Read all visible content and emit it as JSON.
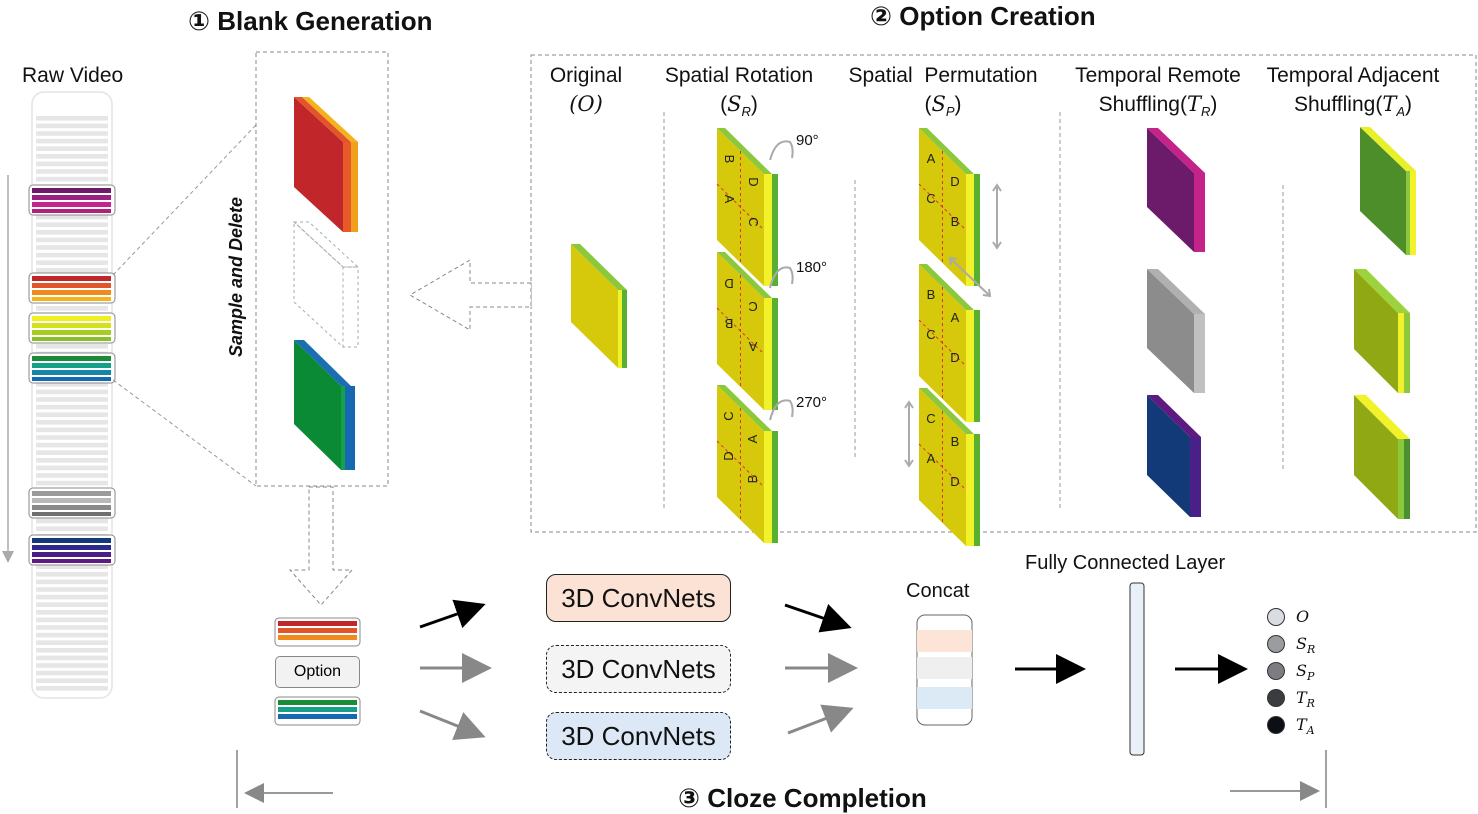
{
  "sections": {
    "blank_generation": "① Blank Generation",
    "option_creation": "② Option Creation",
    "cloze_completion": "③ Cloze Completion"
  },
  "raw_video_label": "Raw Video",
  "sample_delete_label": "Sample and Delete",
  "option_columns": [
    {
      "line1": "Original",
      "line2": "(O)"
    },
    {
      "line1": "Spatial Rotation",
      "line2": "(S_R)"
    },
    {
      "line1": "Spatial  Permutation",
      "line2": "(S_P)"
    },
    {
      "line1": "Temporal Remote",
      "line2": "Shuffling(T_R)"
    },
    {
      "line1": "Temporal Adjacent",
      "line2": "Shuffling(T_A)"
    }
  ],
  "rotation_angles": [
    "90°",
    "180°",
    "270°"
  ],
  "quadrant_letters": {
    "rotation": [
      [
        "B",
        "D",
        "A",
        "C"
      ],
      [
        "D",
        "C",
        "B",
        "A"
      ],
      [
        "C",
        "A",
        "D",
        "B"
      ]
    ],
    "permutation": [
      [
        "A",
        "D",
        "C",
        "B"
      ],
      [
        "B",
        "A",
        "C",
        "D"
      ],
      [
        "C",
        "B",
        "A",
        "D"
      ]
    ]
  },
  "option_box_label": "Option",
  "convnets_label": "3D ConvNets",
  "concat_label": "Concat",
  "fc_label": "Fully Connected Layer",
  "legend": [
    {
      "sym": "O",
      "sub": "",
      "color": "#d9dce2"
    },
    {
      "sym": "S",
      "sub": "R",
      "color": "#9a9ca0"
    },
    {
      "sym": "S",
      "sub": "P",
      "color": "#7b7d80"
    },
    {
      "sym": "T",
      "sub": "R",
      "color": "#3a3c40"
    },
    {
      "sym": "T",
      "sub": "A",
      "color": "#0c0f16"
    }
  ],
  "colors": {
    "red": "#c0262a",
    "orange": "#f08a1c",
    "yellow": "#d6c80a",
    "green": "#1a8c38",
    "blue": "#1669b0",
    "purple": "#6c1a6a",
    "magenta": "#c4248a",
    "gray": "#8c8c8c",
    "navy": "#123a78",
    "olive_green": "#4d8e2b",
    "olive": "#8fa814"
  }
}
